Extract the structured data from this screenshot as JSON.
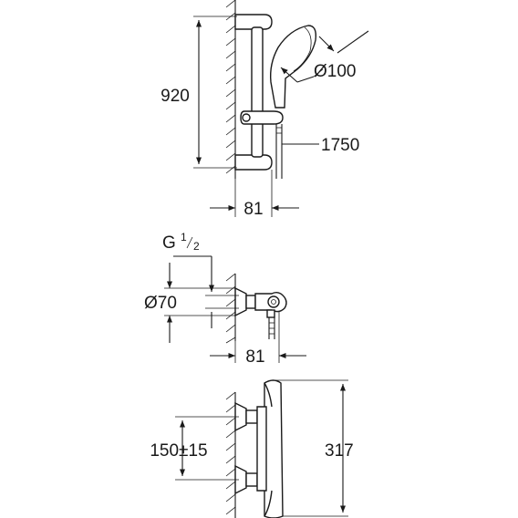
{
  "colors": {
    "line": "#1a1a1a",
    "background": "#ffffff"
  },
  "shower_set": {
    "rail_height": "920",
    "hand_shower_diameter": "Ø100",
    "hose_length": "1750",
    "wall_distance": "81"
  },
  "thermostat_side": {
    "thread_prefix": "G ",
    "thread_num": "1",
    "thread_den": "2",
    "connection_diameter": "Ø70",
    "wall_distance": "81"
  },
  "thermostat_front": {
    "center_distance": "150±15",
    "height": "317"
  }
}
